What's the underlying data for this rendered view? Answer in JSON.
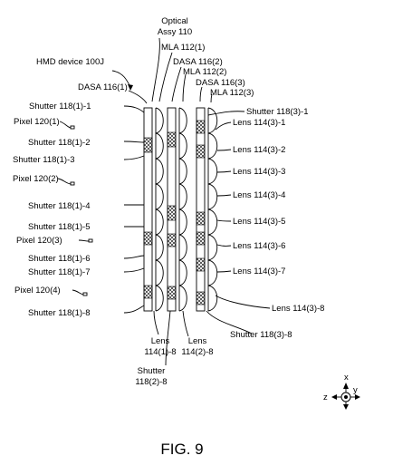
{
  "labels": {
    "optical_assy_line1": "Optical",
    "optical_assy_line2": "Assy 110",
    "mla_112_1": "MLA 112(1)",
    "dasa_116_2": "DASA 116(2)",
    "mla_112_2": "MLA 112(2)",
    "dasa_116_3": "DASA 116(3)",
    "mla_112_3": "MLA 112(3)",
    "hmd_device": "HMD device 100J",
    "dasa_116_1": "DASA 116(1)",
    "shutter_118_1_1": "Shutter 118(1)-1",
    "shutter_118_3_1": "Shutter 118(3)-1",
    "lens_114_3_1": "Lens 114(3)-1",
    "pixel_120_1": "Pixel 120(1)",
    "shutter_118_1_2": "Shutter 118(1)-2",
    "lens_114_3_2": "Lens 114(3)-2",
    "shutter_118_1_3": "Shutter 118(1)-3",
    "lens_114_3_3": "Lens 114(3)-3",
    "pixel_120_2": "Pixel 120(2)",
    "lens_114_3_4": "Lens 114(3)-4",
    "shutter_118_1_4": "Shutter 118(1)-4",
    "lens_114_3_5": "Lens 114(3)-5",
    "shutter_118_1_5": "Shutter 118(1)-5",
    "pixel_120_3": "Pixel 120(3)",
    "lens_114_3_6": "Lens 114(3)-6",
    "shutter_118_1_6": "Shutter 118(1)-6",
    "shutter_118_1_7": "Shutter 118(1)-7",
    "lens_114_3_7": "Lens 114(3)-7",
    "pixel_120_4": "Pixel 120(4)",
    "lens_114_3_8": "Lens 114(3)-8",
    "shutter_118_1_8": "Shutter 118(1)-8",
    "shutter_118_3_8": "Shutter 118(3)-8",
    "lens_114_1_8_line1": "Lens",
    "lens_114_1_8_line2": "114(1)-8",
    "lens_114_2_8_line1": "Lens",
    "lens_114_2_8_line2": "114(2)-8",
    "shutter_118_2_8_line1": "Shutter",
    "shutter_118_2_8_line2": "118(2)-8",
    "axis_x": "x",
    "axis_y": "y",
    "axis_z": "z",
    "figure_caption": "FIG. 9"
  }
}
